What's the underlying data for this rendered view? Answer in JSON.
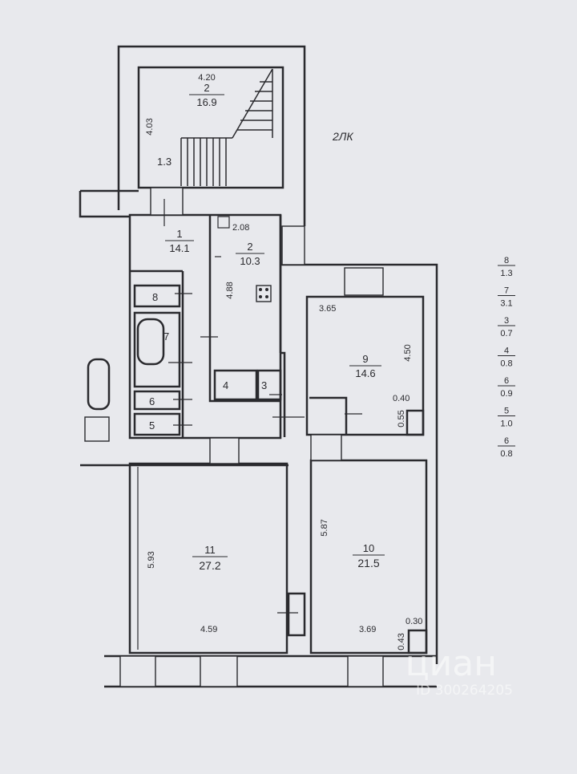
{
  "floor_label": "2ЛК",
  "rooms": {
    "stair": {
      "number": "2",
      "area": "16.9",
      "width": "4.20",
      "height": "4.03",
      "landing": "1.3"
    },
    "hall": {
      "number": "1",
      "area": "14.1"
    },
    "kitchen": {
      "number": "2",
      "area": "10.3",
      "width": "2.08",
      "height": "4.88"
    },
    "toilet": {
      "number": "8"
    },
    "bath": {
      "number": "7"
    },
    "closet6": {
      "number": "6"
    },
    "closet5": {
      "number": "5"
    },
    "pantry4": {
      "number": "4"
    },
    "pantry3": {
      "number": "3"
    },
    "room9": {
      "number": "9",
      "area": "14.6",
      "width": "3.65",
      "height": "4.50",
      "niche_w": "0.40",
      "niche_h": "0.55"
    },
    "room11": {
      "number": "11",
      "area": "27.2",
      "width": "4.59",
      "height": "5.93"
    },
    "room10": {
      "number": "10",
      "area": "21.5",
      "width": "3.69",
      "height": "5.87",
      "niche_w": "0.30",
      "niche_h": "0.43"
    }
  },
  "legend": [
    {
      "number": "8",
      "area": "1.3"
    },
    {
      "number": "7",
      "area": "3.1"
    },
    {
      "number": "3",
      "area": "0.7"
    },
    {
      "number": "4",
      "area": "0.8"
    },
    {
      "number": "6",
      "area": "0.9"
    },
    {
      "number": "5",
      "area": "1.0"
    },
    {
      "number": "6",
      "area": "0.8"
    }
  ],
  "watermark": {
    "brand": "циан",
    "id": "ID 300264205"
  }
}
